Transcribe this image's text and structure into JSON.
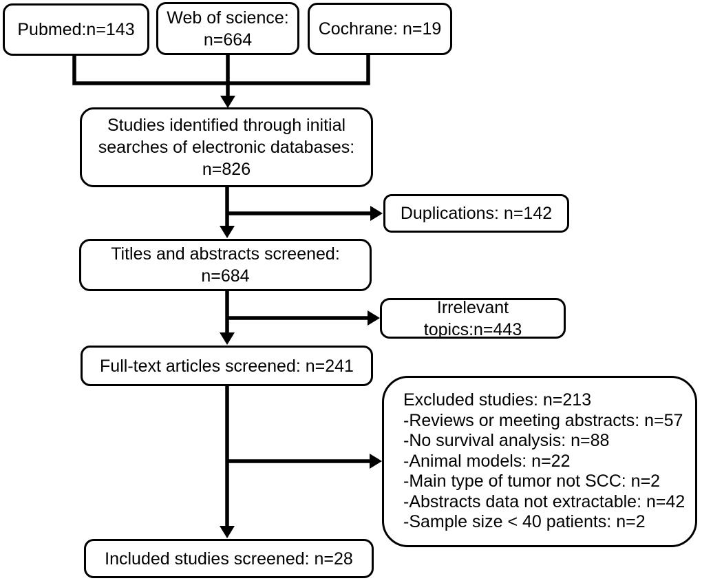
{
  "flowchart": {
    "sources": {
      "pubmed": "Pubmed:n=143",
      "web_of_science": "Web of science:\nn=664",
      "cochrane": "Cochrane: n=19"
    },
    "identified": "Studies identified through initial\nsearches of electronic databases:\nn=826",
    "duplications": "Duplications: n=142",
    "titles_screened": "Titles and abstracts screened:\nn=684",
    "irrelevant": "Irrelevant topics:n=443",
    "fulltext_screened": "Full-text articles screened: n=241",
    "excluded": {
      "title": "Excluded studies: n=213",
      "reasons": [
        "-Reviews or meeting abstracts: n=57",
        "-No survival analysis: n=88",
        "-Animal models: n=22",
        "-Main type of tumor not SCC: n=2",
        "-Abstracts data not extractable: n=42",
        "-Sample size < 40 patients: n=2"
      ]
    },
    "included": "Included studies screened: n=28",
    "colors": {
      "line": "#000000",
      "box_border": "#000000",
      "text": "#000000",
      "background": "#ffffff"
    }
  }
}
